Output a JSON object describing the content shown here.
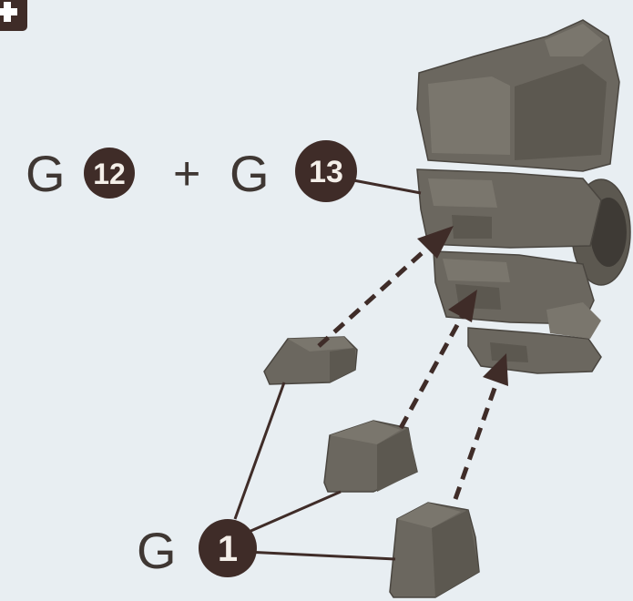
{
  "step_icon": "square-plus-icon",
  "labels": {
    "top_prefix_1": "G",
    "top_badge_1": "12",
    "plus": "+",
    "top_prefix_2": "G",
    "top_badge_2": "13",
    "bottom_prefix": "G",
    "bottom_badge": "1"
  },
  "colors": {
    "background": "#e8eef2",
    "part": "#6b675f",
    "ink": "#3f2c28"
  }
}
